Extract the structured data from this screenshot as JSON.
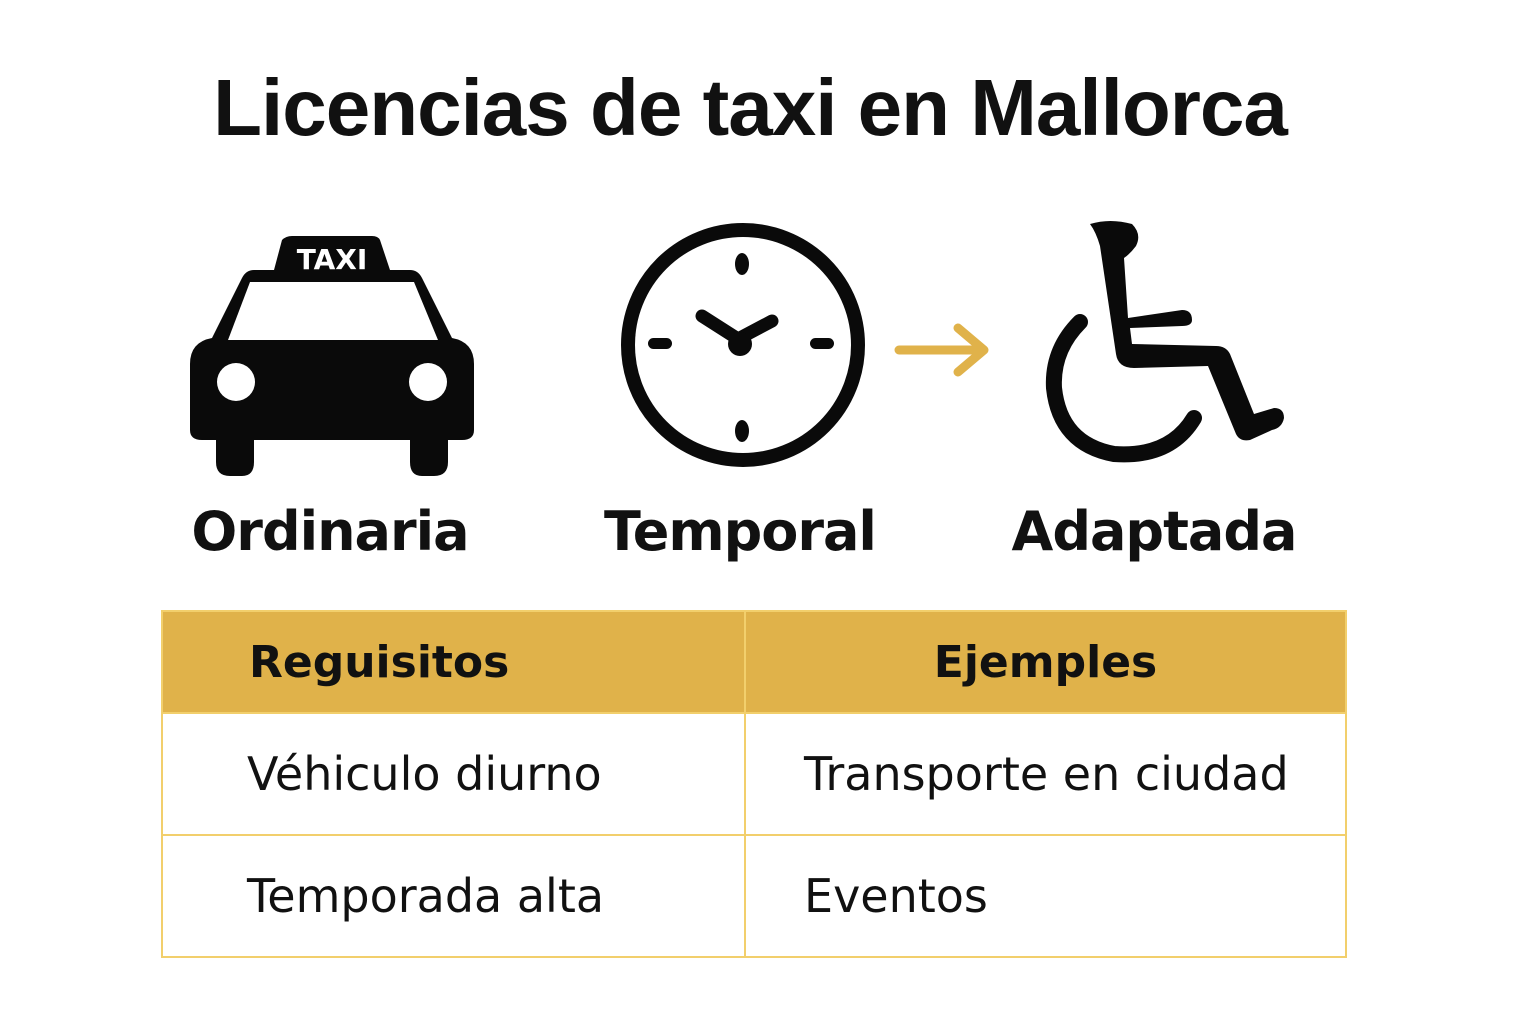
{
  "title": "Licencias de taxi en Mallorca",
  "colors": {
    "accent": "#e0b24a",
    "border": "#f2cf6c",
    "arrow": "#e0b24a",
    "text": "#111111"
  },
  "license_types": [
    {
      "label": "Ordinaria",
      "icon": "taxi-icon",
      "icon_text": "TAXI"
    },
    {
      "label": "Temporal",
      "icon": "clock-icon"
    },
    {
      "label": "Adaptada",
      "icon": "wheelchair-icon"
    }
  ],
  "connector": {
    "icon": "arrow-right-icon",
    "from": "Temporal",
    "to": "Adaptada"
  },
  "table": {
    "headers": [
      "Reguisitos",
      "Ejemples"
    ],
    "rows": [
      [
        "Véhiculo diurno",
        "Transporte en ciudad"
      ],
      [
        "Temporada alta",
        "Eventos"
      ]
    ]
  }
}
